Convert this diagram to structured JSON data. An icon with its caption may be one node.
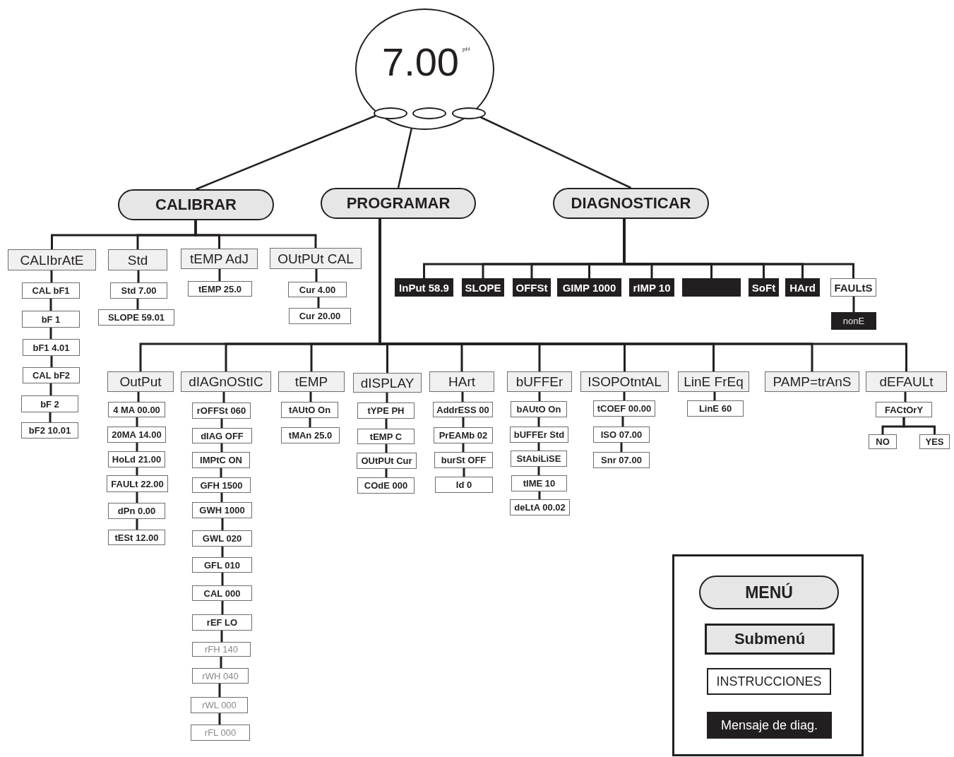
{
  "diagram": {
    "nodes": [
      {
        "text": [
          "7.00",
          "pH"
        ]
      },
      {
        "text": [],
        "shape": "ellipse",
        "in": 0
      },
      {
        "text": [],
        "shape": "ellipse",
        "in": 0
      },
      {
        "text": [],
        "shape": "ellipse",
        "in": 0
      },
      {
        "text": [
          "CALIBRAR"
        ]
      },
      {
        "text": [
          "PROGRAMAR"
        ]
      },
      {
        "text": [
          "DIAGNOSTICAR"
        ]
      },
      {
        "text": [
          "CALIbrAtE"
        ]
      },
      {
        "text": [
          "CAL bF1"
        ]
      },
      {
        "text": [
          "bF 1"
        ]
      },
      {
        "text": [
          "bF1 4.01"
        ]
      },
      {
        "text": [
          "CAL bF2"
        ]
      },
      {
        "text": [
          "bF 2"
        ]
      },
      {
        "text": [
          "bF2 10.01"
        ]
      },
      {
        "text": [
          "Std"
        ]
      },
      {
        "text": [
          "Std 7.00"
        ]
      },
      {
        "text": [
          "SLOPE 59.01"
        ]
      },
      {
        "text": [
          "tEMP AdJ"
        ]
      },
      {
        "text": [
          "tEMP 25.0"
        ]
      },
      {
        "text": [
          "OUtPUt CAL"
        ]
      },
      {
        "text": [
          "Cur 4.00"
        ]
      },
      {
        "text": [
          "Cur 20.00"
        ]
      },
      {
        "text": [
          "OutPut"
        ]
      },
      {
        "text": [
          "4 MA 00.00"
        ]
      },
      {
        "text": [
          "20MA 14.00"
        ]
      },
      {
        "text": [
          "HoLd 21.00"
        ]
      },
      {
        "text": [
          "FAULt 22.00"
        ]
      },
      {
        "text": [
          "dPn 0.00"
        ]
      },
      {
        "text": [
          "tESt 12.00"
        ]
      },
      {
        "text": [
          "dIAGnOStIC"
        ]
      },
      {
        "text": [
          "rOFFSt 060"
        ]
      },
      {
        "text": [
          "dIAG OFF"
        ]
      },
      {
        "text": [
          "IMPtC ON"
        ]
      },
      {
        "text": [
          "GFH 1500"
        ]
      },
      {
        "text": [
          "GWH 1000"
        ]
      },
      {
        "text": [
          "GWL 020"
        ]
      },
      {
        "text": [
          "GFL 010"
        ]
      },
      {
        "text": [
          "CAL 000"
        ]
      },
      {
        "text": [
          "rEF LO"
        ]
      },
      {
        "text": [
          "rFH 140"
        ]
      },
      {
        "text": [
          "rWH 040"
        ]
      },
      {
        "text": [
          "rWL 000"
        ]
      },
      {
        "text": [
          "rFL 000"
        ]
      },
      {
        "text": [
          "tEMP"
        ]
      },
      {
        "text": [
          "tAUtO On"
        ]
      },
      {
        "text": [
          "tMAn 25.0"
        ]
      },
      {
        "text": [
          "dISPLAY"
        ]
      },
      {
        "text": [
          "tYPE PH"
        ]
      },
      {
        "text": [
          "tEMP C"
        ]
      },
      {
        "text": [
          "OUtPUt Cur"
        ]
      },
      {
        "text": [
          "COdE 000"
        ]
      },
      {
        "text": [
          "HArt"
        ]
      },
      {
        "text": [
          "AddrESS 00"
        ]
      },
      {
        "text": [
          "PrEAMb 02"
        ]
      },
      {
        "text": [
          "burSt OFF"
        ]
      },
      {
        "text": [
          "Id 0"
        ]
      },
      {
        "text": [
          "bUFFEr"
        ]
      },
      {
        "text": [
          "bAUtO On"
        ]
      },
      {
        "text": [
          "bUFFEr Std"
        ]
      },
      {
        "text": [
          "StAbiLiSE"
        ]
      },
      {
        "text": [
          "tIME 10"
        ]
      },
      {
        "text": [
          "deLtA 00.02"
        ]
      },
      {
        "text": [
          "ISOPOtntAL"
        ]
      },
      {
        "text": [
          "tCOEF 00.00"
        ]
      },
      {
        "text": [
          "ISO 07.00"
        ]
      },
      {
        "text": [
          "Snr 07.00"
        ]
      },
      {
        "text": [
          "LinE FrEq"
        ]
      },
      {
        "text": [
          "LinE 60"
        ]
      },
      {
        "text": [
          "PAMP=trAnS"
        ]
      },
      {
        "text": [
          "dEFAULt"
        ]
      },
      {
        "text": [
          "FACtOrY"
        ]
      },
      {
        "text": [
          "NO"
        ]
      },
      {
        "text": [
          "YES"
        ]
      },
      {
        "text": [
          "InPut 58.9"
        ]
      },
      {
        "text": [
          "SLOPE"
        ]
      },
      {
        "text": [
          "OFFSt"
        ]
      },
      {
        "text": [
          "GIMP 1000"
        ]
      },
      {
        "text": [
          "rIMP 10"
        ]
      },
      {
        "text": [],
        "shape": "box"
      },
      {
        "text": [
          "SoFt"
        ]
      },
      {
        "text": [
          "HArd"
        ]
      },
      {
        "text": [
          "FAULtS"
        ]
      },
      {
        "text": [
          "nonE"
        ]
      }
    ],
    "edges": [
      {
        "from": 1,
        "to": 4,
        "arrow": "none"
      },
      {
        "from": 2,
        "to": 5,
        "arrow": "none"
      },
      {
        "from": 3,
        "to": 6,
        "arrow": "none"
      },
      {
        "from": 4,
        "to": 7,
        "arrow": "none"
      },
      {
        "from": 4,
        "to": 14,
        "arrow": "none"
      },
      {
        "from": 4,
        "to": 17,
        "arrow": "none"
      },
      {
        "from": 4,
        "to": 19,
        "arrow": "none"
      },
      {
        "from": 7,
        "to": 8,
        "arrow": "none"
      },
      {
        "from": 8,
        "to": 9,
        "arrow": "none"
      },
      {
        "from": 9,
        "to": 10,
        "arrow": "none"
      },
      {
        "from": 10,
        "to": 11,
        "arrow": "none"
      },
      {
        "from": 11,
        "to": 12,
        "arrow": "none"
      },
      {
        "from": 12,
        "to": 13,
        "arrow": "none"
      },
      {
        "from": 14,
        "to": 15,
        "arrow": "none"
      },
      {
        "from": 15,
        "to": 16,
        "arrow": "none"
      },
      {
        "from": 17,
        "to": 18,
        "arrow": "none"
      },
      {
        "from": 19,
        "to": 20,
        "arrow": "none"
      },
      {
        "from": 20,
        "to": 21,
        "arrow": "none"
      },
      {
        "from": 5,
        "to": 22,
        "arrow": "none"
      },
      {
        "from": 5,
        "to": 29,
        "arrow": "none"
      },
      {
        "from": 5,
        "to": 43,
        "arrow": "none"
      },
      {
        "from": 5,
        "to": 46,
        "arrow": "none"
      },
      {
        "from": 5,
        "to": 51,
        "arrow": "none"
      },
      {
        "from": 5,
        "to": 56,
        "arrow": "none"
      },
      {
        "from": 5,
        "to": 62,
        "arrow": "none"
      },
      {
        "from": 5,
        "to": 66,
        "arrow": "none"
      },
      {
        "from": 5,
        "to": 68,
        "arrow": "none"
      },
      {
        "from": 5,
        "to": 69,
        "arrow": "none"
      },
      {
        "from": 22,
        "to": 23,
        "arrow": "none"
      },
      {
        "from": 23,
        "to": 24,
        "arrow": "none"
      },
      {
        "from": 24,
        "to": 25,
        "arrow": "none"
      },
      {
        "from": 25,
        "to": 26,
        "arrow": "none"
      },
      {
        "from": 26,
        "to": 27,
        "arrow": "none"
      },
      {
        "from": 27,
        "to": 28,
        "arrow": "none"
      },
      {
        "from": 29,
        "to": 30,
        "arrow": "none"
      },
      {
        "from": 30,
        "to": 31,
        "arrow": "none"
      },
      {
        "from": 31,
        "to": 32,
        "arrow": "none"
      },
      {
        "from": 32,
        "to": 33,
        "arrow": "none"
      },
      {
        "from": 33,
        "to": 34,
        "arrow": "none"
      },
      {
        "from": 34,
        "to": 35,
        "arrow": "none"
      },
      {
        "from": 35,
        "to": 36,
        "arrow": "none"
      },
      {
        "from": 36,
        "to": 37,
        "arrow": "none"
      },
      {
        "from": 37,
        "to": 38,
        "arrow": "none"
      },
      {
        "from": 38,
        "to": 39,
        "arrow": "none"
      },
      {
        "from": 39,
        "to": 40,
        "arrow": "none"
      },
      {
        "from": 40,
        "to": 41,
        "arrow": "none"
      },
      {
        "from": 41,
        "to": 42,
        "arrow": "none"
      },
      {
        "from": 43,
        "to": 44,
        "arrow": "none"
      },
      {
        "from": 44,
        "to": 45,
        "arrow": "none"
      },
      {
        "from": 46,
        "to": 47,
        "arrow": "none"
      },
      {
        "from": 47,
        "to": 48,
        "arrow": "none"
      },
      {
        "from": 48,
        "to": 49,
        "arrow": "none"
      },
      {
        "from": 49,
        "to": 50,
        "arrow": "none"
      },
      {
        "from": 51,
        "to": 52,
        "arrow": "none"
      },
      {
        "from": 52,
        "to": 53,
        "arrow": "none"
      },
      {
        "from": 53,
        "to": 54,
        "arrow": "none"
      },
      {
        "from": 54,
        "to": 55,
        "arrow": "none"
      },
      {
        "from": 56,
        "to": 57,
        "arrow": "none"
      },
      {
        "from": 57,
        "to": 58,
        "arrow": "none"
      },
      {
        "from": 58,
        "to": 59,
        "arrow": "none"
      },
      {
        "from": 59,
        "to": 60,
        "arrow": "none"
      },
      {
        "from": 60,
        "to": 61,
        "arrow": "none"
      },
      {
        "from": 62,
        "to": 63,
        "arrow": "none"
      },
      {
        "from": 63,
        "to": 64,
        "arrow": "none"
      },
      {
        "from": 64,
        "to": 65,
        "arrow": "none"
      },
      {
        "from": 66,
        "to": 67,
        "arrow": "none"
      },
      {
        "from": 69,
        "to": 70,
        "arrow": "none"
      },
      {
        "from": 70,
        "to": 71,
        "arrow": "none"
      },
      {
        "from": 70,
        "to": 72,
        "arrow": "none"
      },
      {
        "from": 6,
        "to": 73,
        "arrow": "none"
      },
      {
        "from": 6,
        "to": 74,
        "arrow": "none"
      },
      {
        "from": 6,
        "to": 75,
        "arrow": "none"
      },
      {
        "from": 6,
        "to": 76,
        "arrow": "none"
      },
      {
        "from": 6,
        "to": 77,
        "arrow": "none"
      },
      {
        "from": 6,
        "to": 78,
        "arrow": "none"
      },
      {
        "from": 6,
        "to": 79,
        "arrow": "none"
      },
      {
        "from": 6,
        "to": 80,
        "arrow": "none"
      },
      {
        "from": 6,
        "to": 81,
        "arrow": "none"
      },
      {
        "from": 81,
        "to": 82,
        "arrow": "none"
      }
    ],
    "legend": [
      {
        "text": "MENÚ"
      },
      {
        "text": "Submenú"
      },
      {
        "text": "INSTRUCCIONES"
      },
      {
        "text": "Mensaje de diag."
      }
    ]
  }
}
